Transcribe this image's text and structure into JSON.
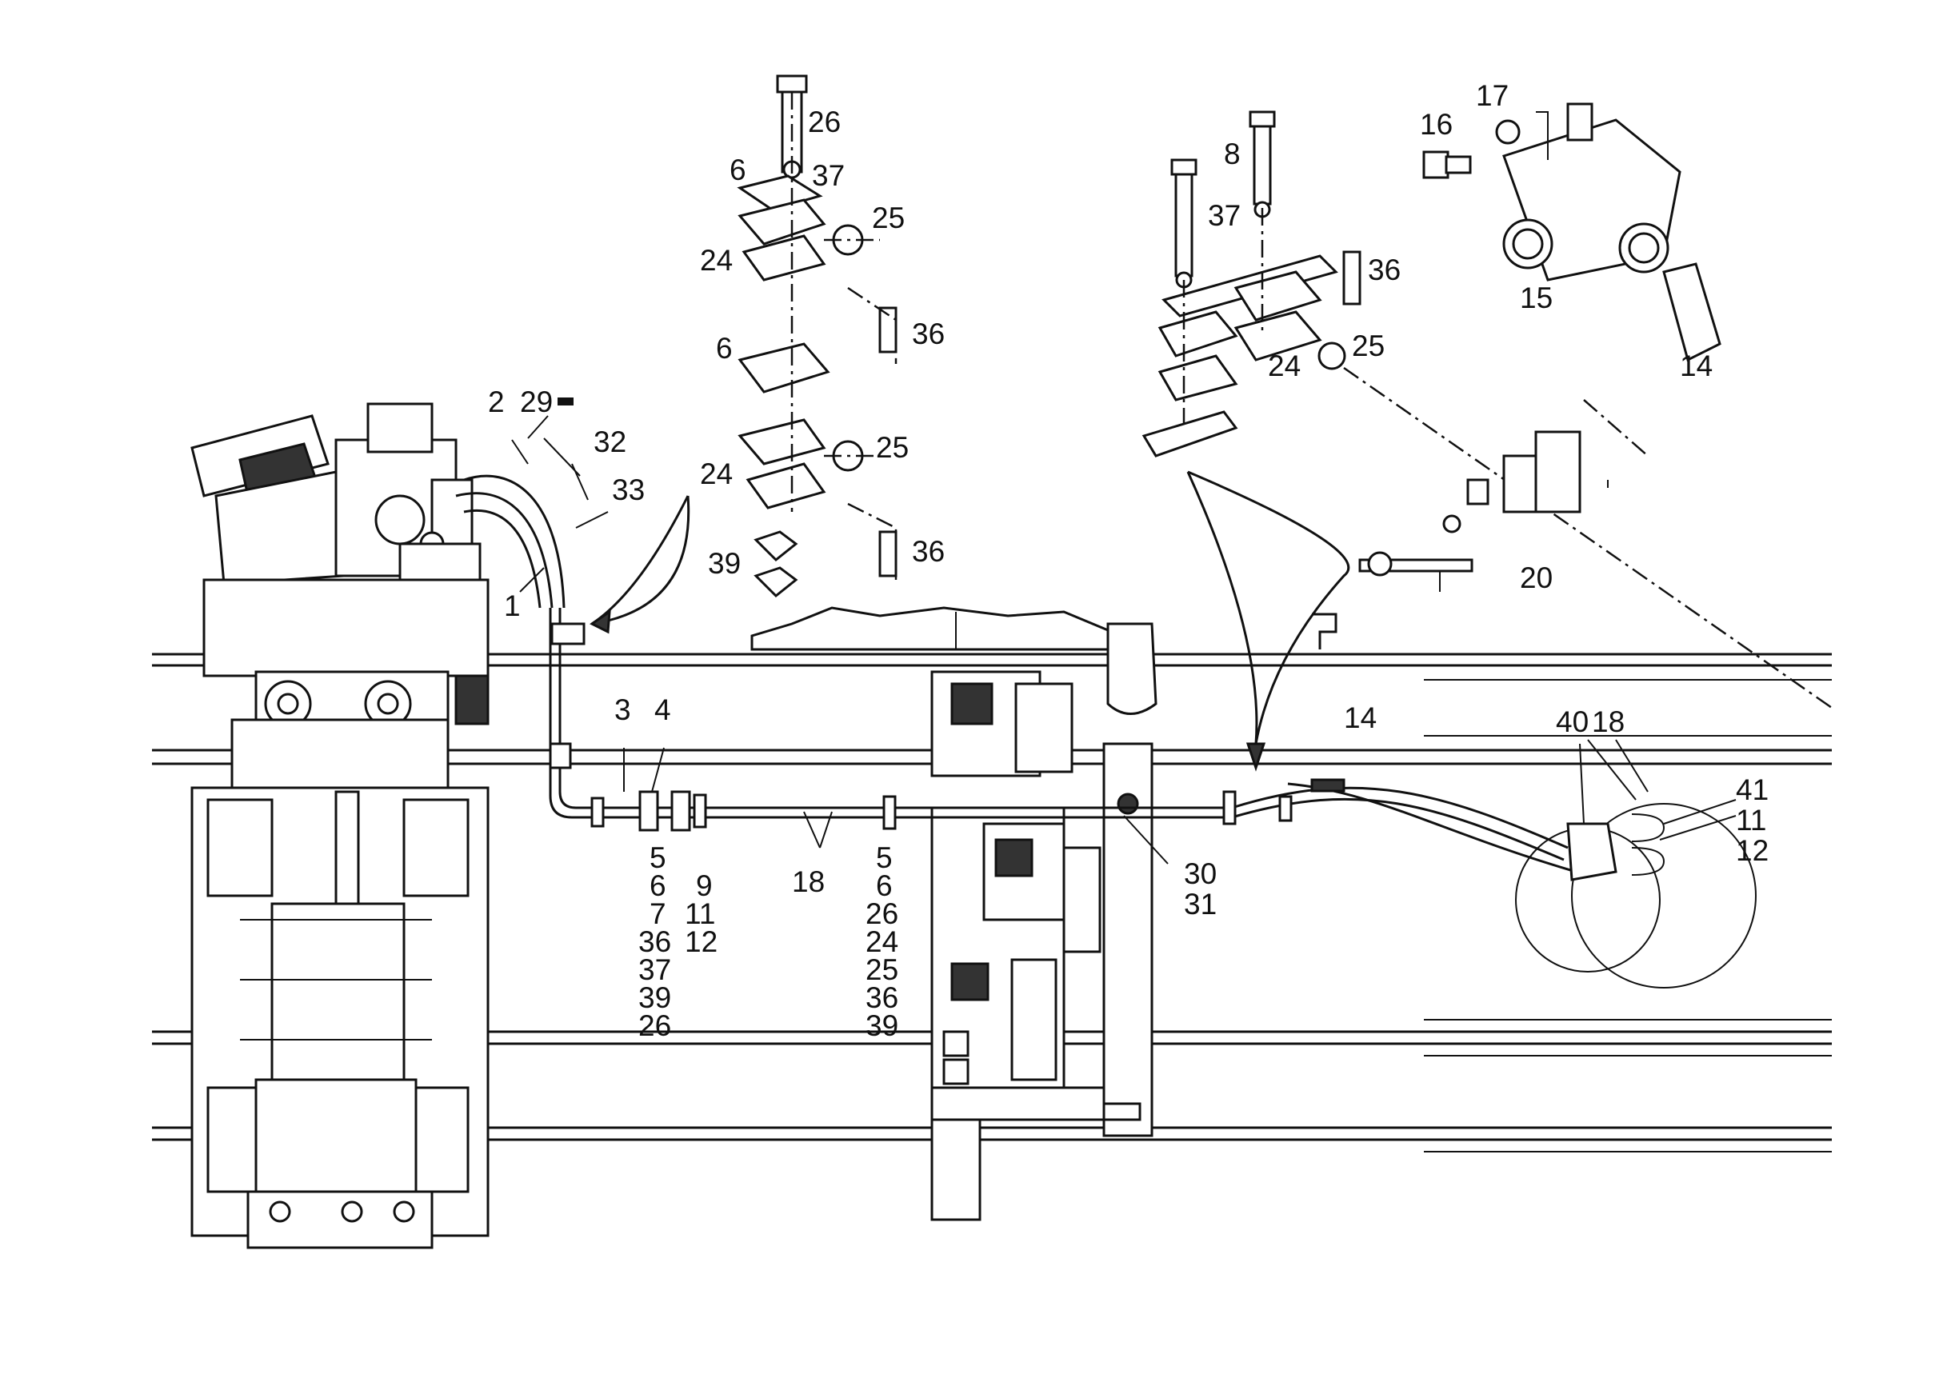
{
  "diagram": {
    "colors": {
      "ink": "#111111",
      "paper": "#ffffff"
    },
    "callouts": {
      "c26a": "26",
      "c37a": "37",
      "c6a": "6",
      "c25a": "25",
      "c24a": "24",
      "c36a": "36",
      "c6b": "6",
      "c25b": "25",
      "c24b": "24",
      "c36b": "36",
      "c39": "39",
      "c8": "8",
      "c37b": "37",
      "c36c": "36",
      "c24c": "24",
      "c25c": "25",
      "c16": "16",
      "c17": "17",
      "c15": "15",
      "c14a": "14",
      "c20": "20",
      "c2": "2",
      "c29": "29",
      "c32": "32",
      "c33": "33",
      "c1": "1",
      "c3": "3",
      "c4": "4",
      "c14b": "14",
      "c40": "40",
      "c18a": "18",
      "c41": "41",
      "c11a": "11",
      "c12a": "12",
      "c30": "30",
      "c31": "31",
      "c18b": "18"
    },
    "stack_left": [
      "5",
      "6",
      "7",
      "36",
      "37",
      "39",
      "26"
    ],
    "stack_mid": [
      "9",
      "11",
      "12"
    ],
    "stack_right": [
      "5",
      "6",
      "26",
      "24",
      "25",
      "36",
      "39"
    ]
  }
}
